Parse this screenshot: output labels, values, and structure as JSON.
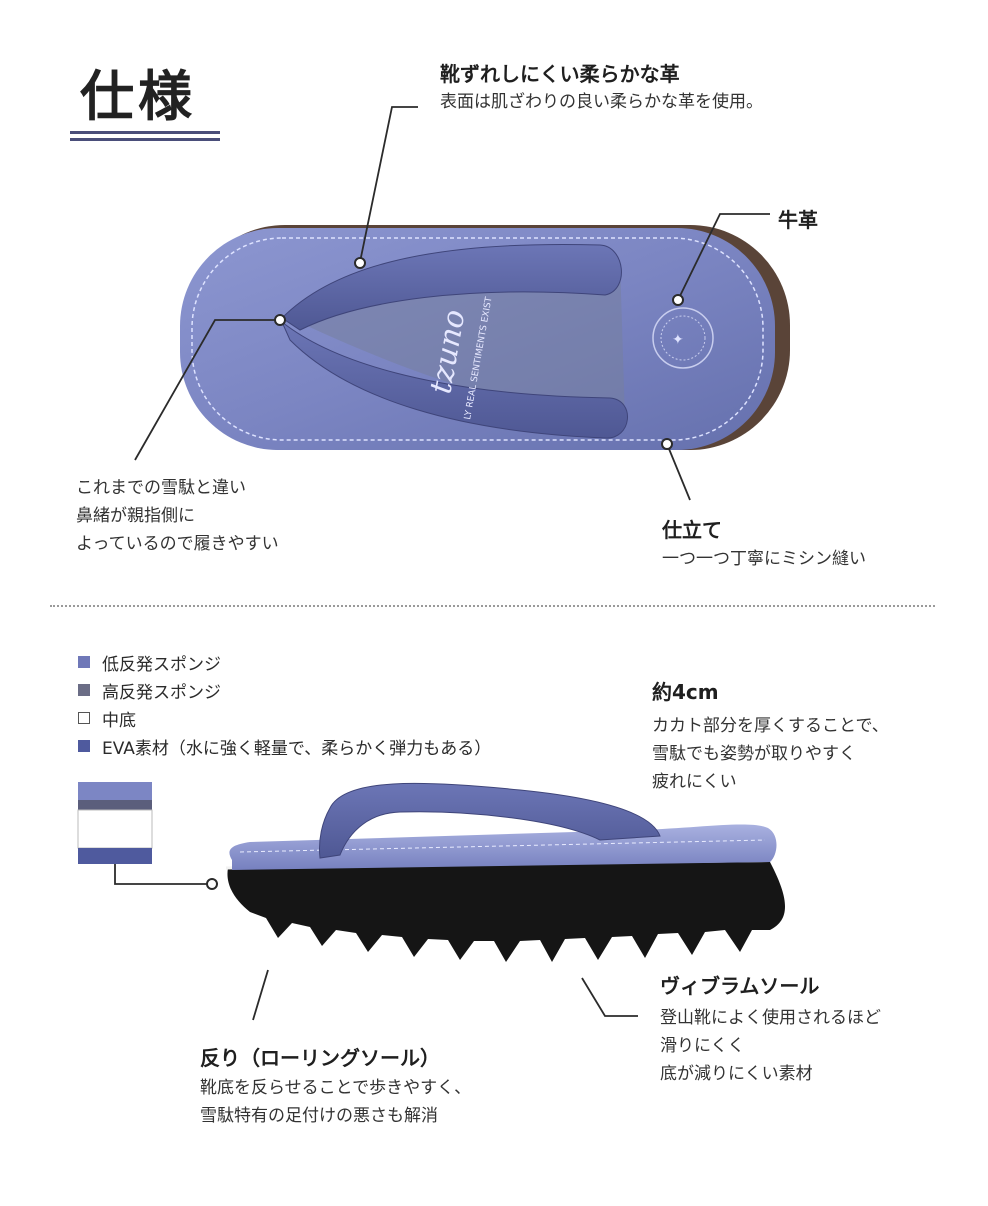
{
  "page": {
    "title": "仕様"
  },
  "callouts": {
    "leather": {
      "heading": "靴ずれしにくい柔らかな革",
      "lines": [
        "表面は肌ざわりの良い柔らかな革を使用。"
      ]
    },
    "cowhide": {
      "heading": "牛革"
    },
    "thong": {
      "lines": [
        "これまでの雪駄と違い",
        "鼻緒が親指側に",
        "よっているので履きやすい"
      ]
    },
    "stitching": {
      "heading": "仕立て",
      "lines": [
        "一つ一つ丁寧にミシン縫い"
      ]
    },
    "height": {
      "heading": "約4cm",
      "lines": [
        "カカト部分を厚くすることで、",
        "雪駄でも姿勢が取りやすく",
        "疲れにくい"
      ]
    },
    "vibram": {
      "heading": "ヴィブラムソール",
      "lines": [
        "登山靴によく使用されるほど",
        "滑りにくく",
        "底が減りにくい素材"
      ]
    },
    "rolling": {
      "heading": "反り（ローリングソール）",
      "lines": [
        "靴底を反らせることで歩きやすく、",
        "雪駄特有の足付けの悪さも解消"
      ]
    }
  },
  "legend": [
    {
      "label": "低反発スポンジ",
      "color": "#6f78b8"
    },
    {
      "label": "高反発スポンジ",
      "color": "#6b6d86"
    },
    {
      "label": "中底",
      "color": "#ffffff"
    },
    {
      "label": "EVA素材（水に強く軽量で、柔らかく弾力もある）",
      "color": "#4f5a9e"
    }
  ],
  "insole_print": {
    "brand": "tzuno",
    "tagline": "LY REAL SENTIMENTS EXIST"
  },
  "colors": {
    "leather": "#7f8ac4",
    "leather_dark": "#5d669f",
    "rim": "#5a4438",
    "sole": "#151515",
    "accent_rule": "#4a4e7a"
  }
}
